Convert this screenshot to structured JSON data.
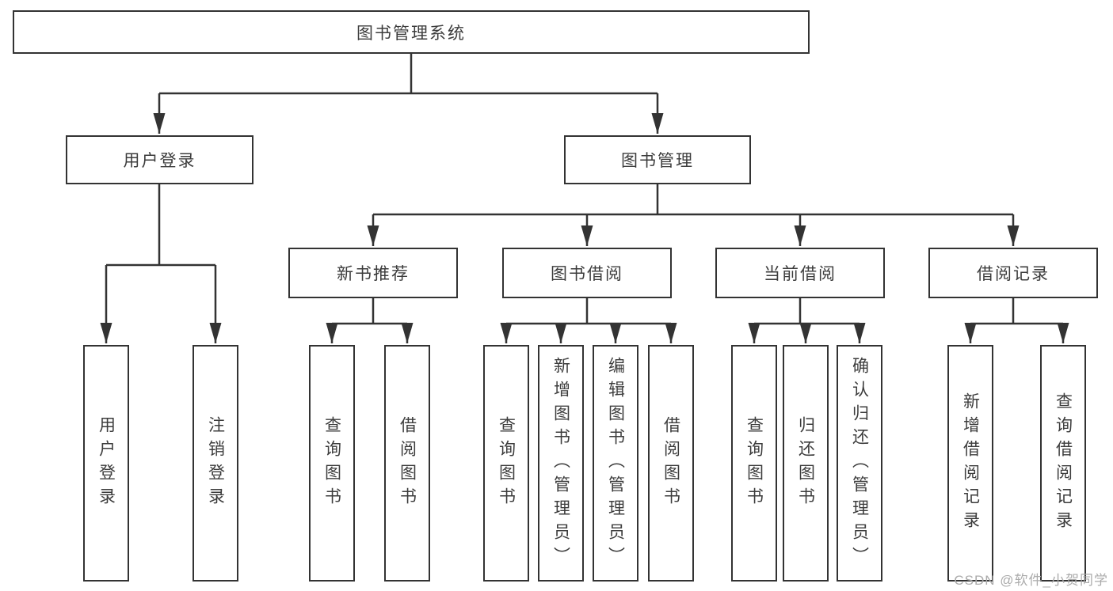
{
  "diagram": {
    "root": {
      "label": "图书管理系统"
    },
    "level2": [
      {
        "label": "用户登录"
      },
      {
        "label": "图书管理"
      }
    ],
    "level3": [
      {
        "label": "新书推荐"
      },
      {
        "label": "图书借阅"
      },
      {
        "label": "当前借阅"
      },
      {
        "label": "借阅记录"
      }
    ],
    "leaves": {
      "user_login": [
        "用户登录",
        "注销登录"
      ],
      "new_book_recommend": [
        "查询图书",
        "借阅图书"
      ],
      "book_borrow": [
        "查询图书",
        "新增图书（管理员）",
        "编辑图书（管理员）",
        "借阅图书"
      ],
      "current_borrow": [
        "查询图书",
        "归还图书",
        "确认归还（管理员）"
      ],
      "borrow_record": [
        "新增借阅记录",
        "查询借阅记录"
      ]
    }
  },
  "watermark": {
    "text": "CSDN @软件_小贺同学"
  },
  "colors": {
    "line": "#333333",
    "box_border": "#333333",
    "text": "#3c3c3c",
    "watermark": "#ababab",
    "background": "#ffffff"
  }
}
